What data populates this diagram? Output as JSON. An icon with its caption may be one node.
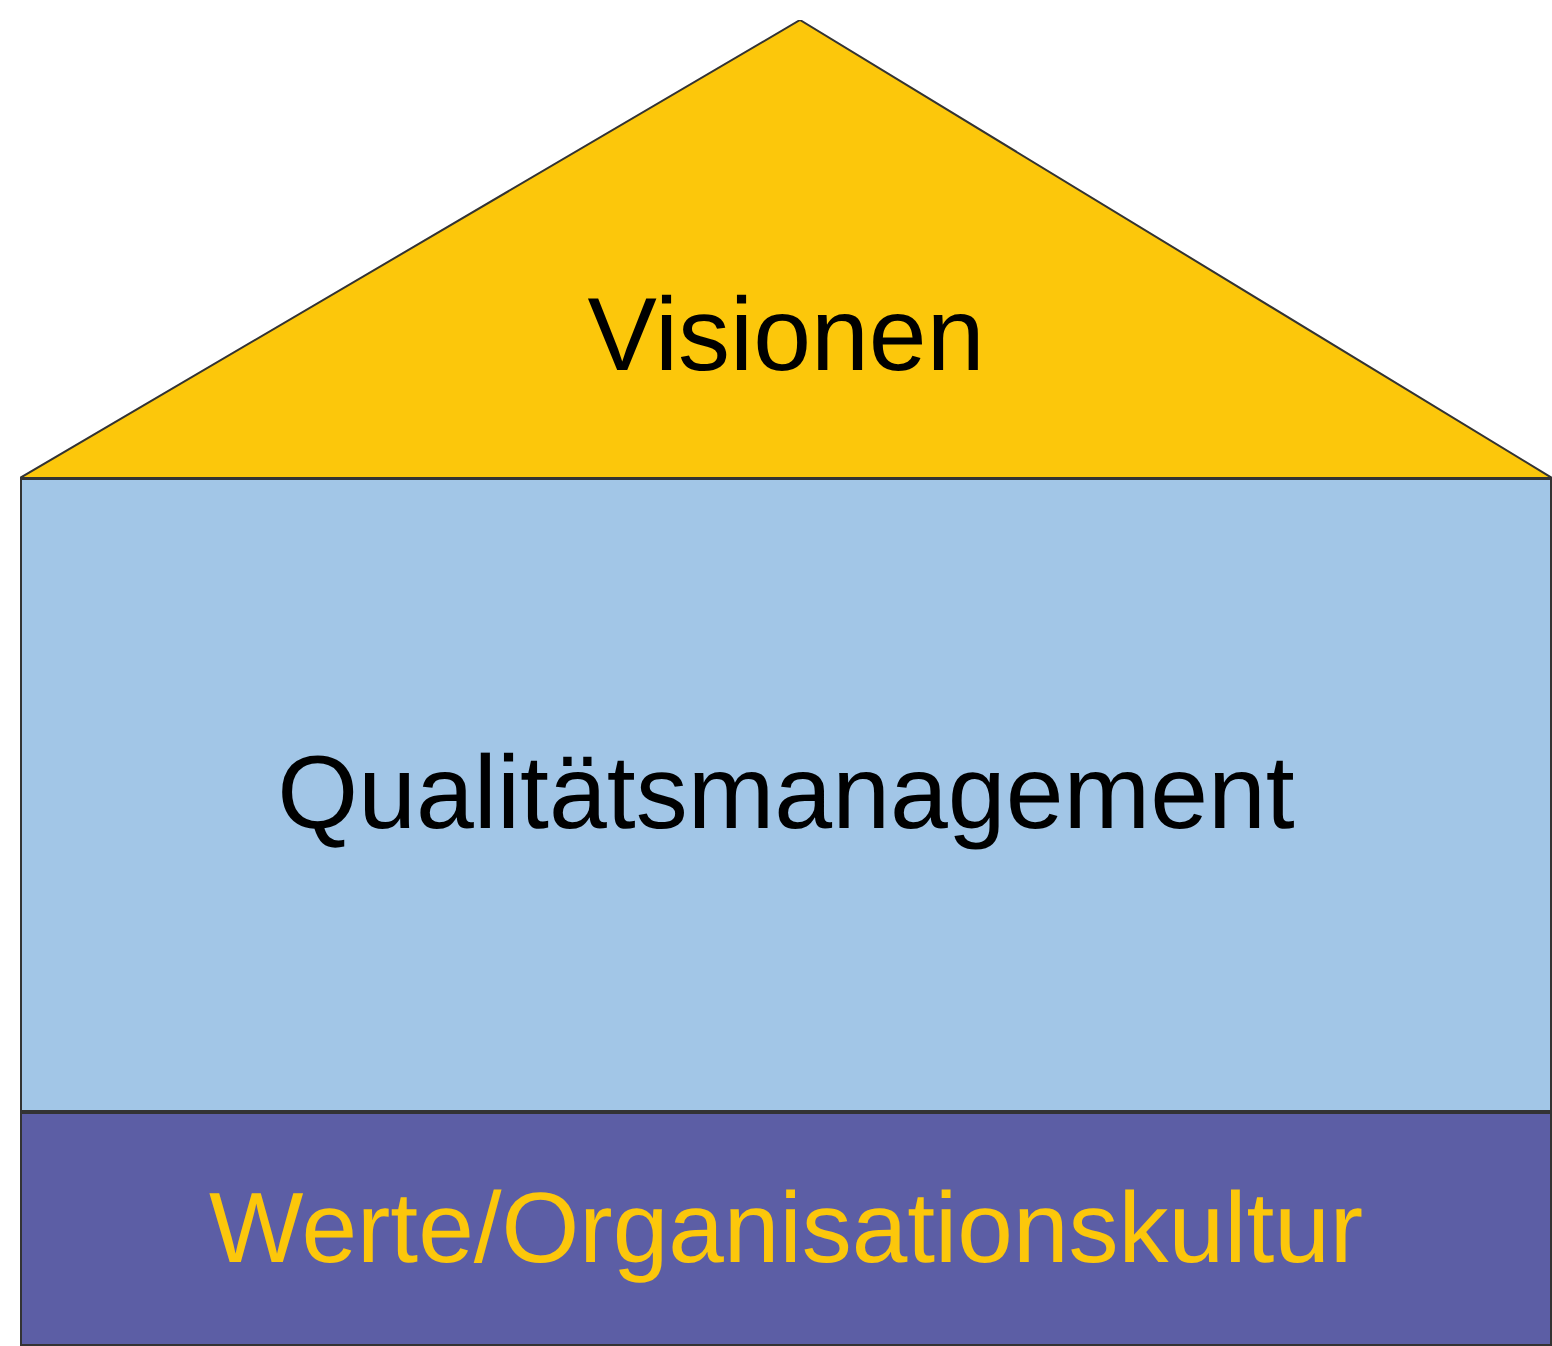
{
  "diagram": {
    "nodes": [
      {
        "text": [
          "Visionen"
        ]
      },
      {
        "text": [
          "Qualitätsmanagement"
        ]
      },
      {
        "text": [
          "Werte/Organisationskultur"
        ]
      }
    ]
  }
}
